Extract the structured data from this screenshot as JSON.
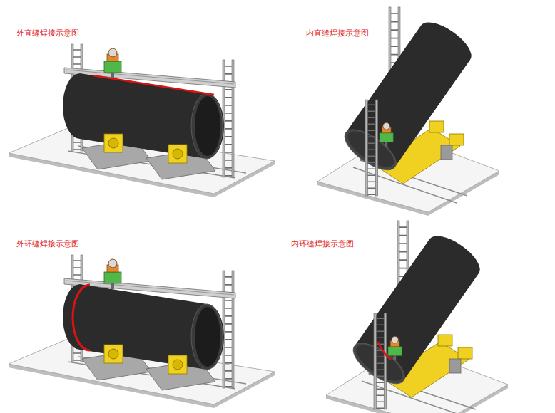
{
  "diagram": {
    "labels": [
      "外直缝焊接示意图",
      "内直缝焊接示意图",
      "外环缝焊接示意图",
      "内环缝焊接示意图"
    ]
  }
}
